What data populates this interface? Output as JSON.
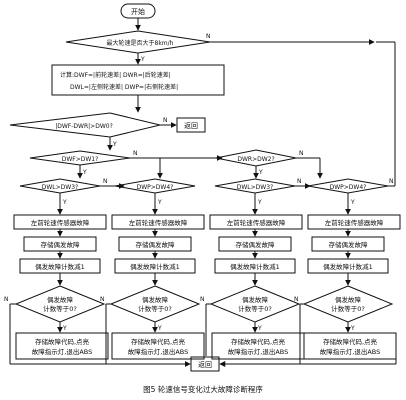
{
  "diagram": {
    "start": "开始",
    "check_speed": "最大轮速是否大于8km/h",
    "calc_line1": "计算:DWF=|前轮速差|  DWR=|后轮速差|",
    "calc_line2": "DWL=|左侧轮速差|  DWP=|右侧轮速差|",
    "cond_main": "|DWF-DWR|>DW0?",
    "return_label": "返回",
    "cond_dwf": "DWF>DW1?",
    "cond_dwr": "DWR>DW2?",
    "cond_dwl": "DWL>DW3?",
    "cond_dwp_mid": "DWP>DW4?",
    "cond_dwl_mid": "DWL>DW3?",
    "cond_dwp": "DWP>DW4?",
    "yes": "Y",
    "no": "N",
    "fault_labels": [
      "左前轮速传感器故障",
      "左前轮速传感器故障",
      "左前轮速传感器故障",
      "左前轮速传感器故障"
    ],
    "store_labels": [
      "存储偶发故障",
      "存储偶发故障",
      "存储偶发故障",
      "存储偶发故障"
    ],
    "counter_labels": [
      "偶发故障计数减1",
      "偶发故障计数减1",
      "偶发故障计数减1",
      "偶发故障计数减1"
    ],
    "count_cond_line1": "偶发故障",
    "count_cond_line2": "计数等于0?",
    "action_line1": "存储故障代码,点亮",
    "action_line2": "故障指示灯,退出ABS",
    "caption": "图5  轮速信号变化过大故障诊断程序"
  },
  "colors": {
    "stroke": "#111111",
    "text": "#111111",
    "background": "#ffffff"
  }
}
